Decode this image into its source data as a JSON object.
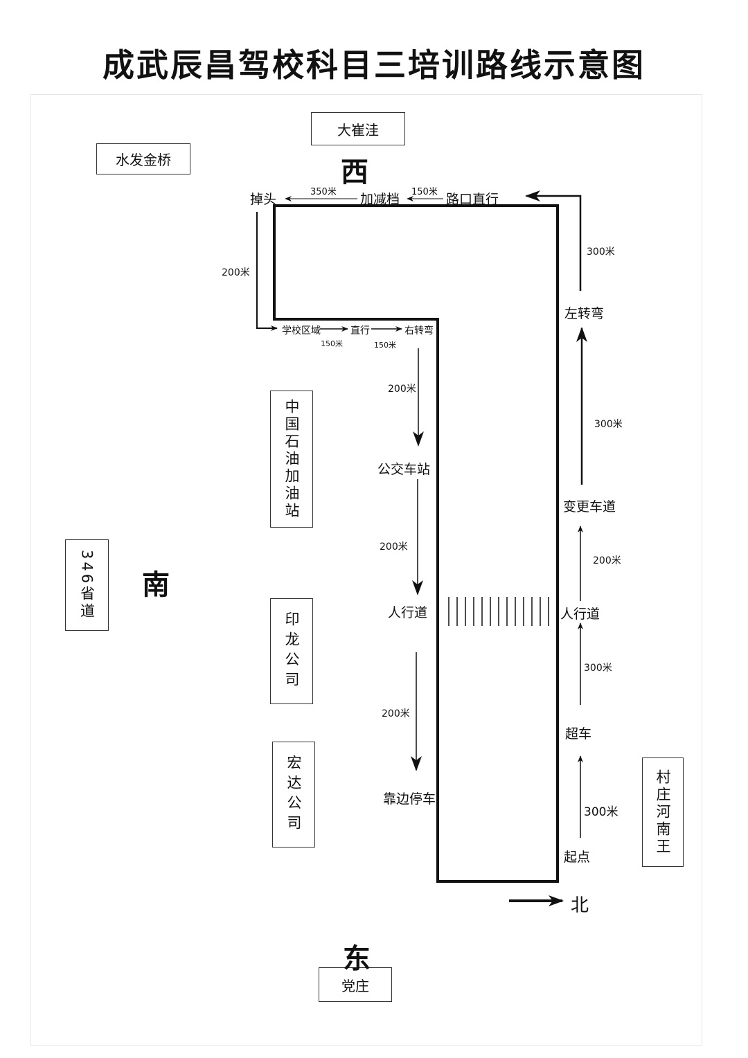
{
  "title": "成武辰昌驾校科目三培训路线示意图",
  "directions": {
    "west": "西",
    "south": "南",
    "east": "东",
    "north": "北"
  },
  "landmarks": {
    "dacuiwa": "大崔洼",
    "shuifa": "水发金桥",
    "gas_station": "中国石油加油站",
    "yinlong": "印龙公司",
    "hongda": "宏达公司",
    "provincial_road": "346省道",
    "village": "村庄河南王",
    "dangzhuang": "党庄"
  },
  "route": {
    "start": "起点",
    "overtake": "超车",
    "crosswalk_right": "人行道",
    "lane_change": "变更车道",
    "left_turn": "左转弯",
    "intersection": "路口直行",
    "gear": "加减档",
    "u_turn": "掉头",
    "school_zone": "学校区域",
    "straight": "直行",
    "right_turn": "右转弯",
    "bus_stop": "公交车站",
    "crosswalk_left": "人行道",
    "pull_over": "靠边停车"
  },
  "distances": {
    "start_overtake": "300米",
    "overtake_crosswalk": "300米",
    "crosswalk_lane": "200米",
    "lane_left": "300米",
    "left_intersection": "300米",
    "intersection_gear": "150米",
    "gear_uturn": "350米",
    "uturn_school": "200米",
    "school_straight": "150米",
    "straight_right": "150米",
    "right_bus": "200米",
    "bus_crosswalk": "200米",
    "crosswalk_pull": "200米"
  },
  "colors": {
    "line": "#111111",
    "box_border": "#333333",
    "frame": "#e6e6e6"
  }
}
